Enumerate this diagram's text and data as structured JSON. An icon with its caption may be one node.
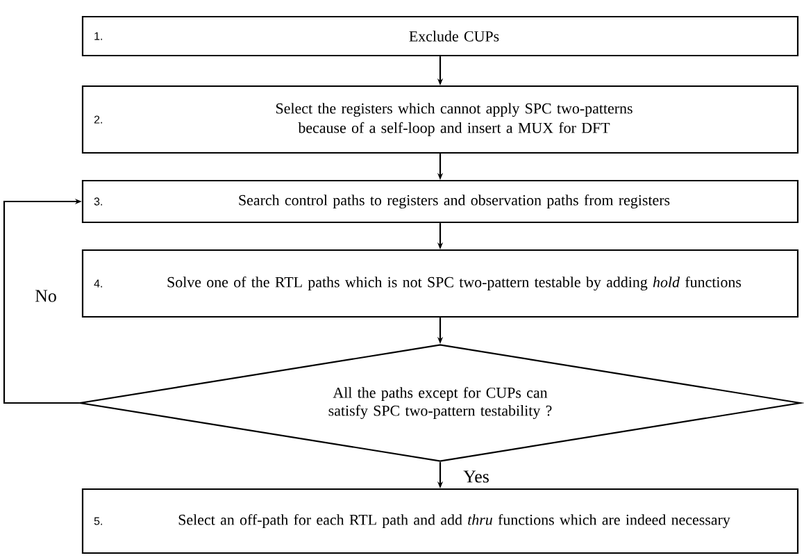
{
  "diagram": {
    "nodes": [
      {
        "text": [
          "1.",
          "Exclude CUPs"
        ]
      },
      {
        "text": [
          "2.",
          "Select the registers which cannot apply SPC two-patterns because of a self-loop and insert a MUX for DFT"
        ]
      },
      {
        "text": [
          "3.",
          "Search control paths to registers and observation paths from registers"
        ]
      },
      {
        "text": [
          "4.",
          "Solve one of the RTL paths which is not SPC two-pattern testable by adding *hold* functions"
        ]
      },
      {
        "text": [
          "All the paths except for CUPs can satisfy SPC two-pattern testability ?"
        ]
      },
      {
        "text": [
          "5.",
          "Select an off-path for each RTL path and add *thru* functions which are indeed necessary"
        ]
      }
    ],
    "edges": [
      {
        "from": 0,
        "to": 1,
        "arrow": "to"
      },
      {
        "from": 1,
        "to": 2,
        "arrow": "to"
      },
      {
        "from": 2,
        "to": 3,
        "arrow": "to"
      },
      {
        "from": 3,
        "to": 4,
        "arrow": "to"
      },
      {
        "from": 4,
        "to": 2,
        "arrow": "to",
        "label": "No"
      },
      {
        "from": 4,
        "to": 5,
        "arrow": "to",
        "label": "Yes"
      }
    ]
  }
}
